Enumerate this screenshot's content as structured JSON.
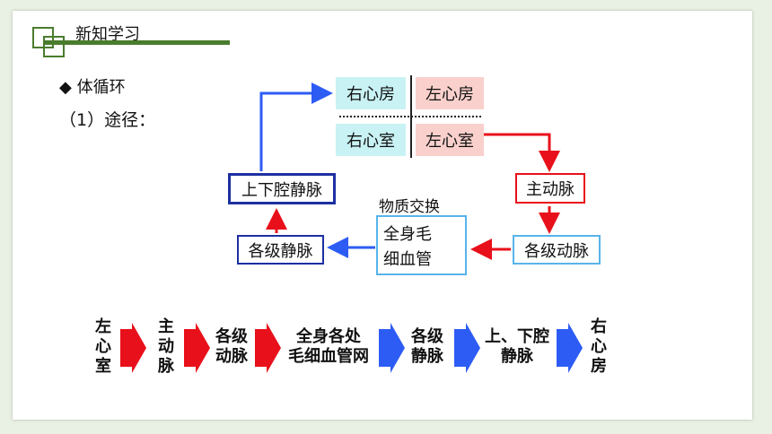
{
  "header": {
    "title": "新知学习"
  },
  "section": {
    "heading": "◆ 体循环",
    "path_label": "（1）途径："
  },
  "heart": {
    "right_atrium": "右心房",
    "left_atrium": "左心房",
    "right_ventricle": "右心室",
    "left_ventricle": "左心室"
  },
  "nodes": {
    "aorta": "主动脉",
    "arteries": "各级动脉",
    "capillary_line1": "全身毛",
    "capillary_line2": "细血管",
    "exchange": "物质交换",
    "veins": "各级静脉",
    "vena_cava": "上下腔静脉"
  },
  "colors": {
    "red": "#e8101a",
    "blue": "#2d5cf5",
    "green": "#4a7c2e",
    "cyan": "#c9f2f4",
    "pink": "#f9d0cc"
  },
  "flow": [
    {
      "lines": [
        "左",
        "心",
        "室"
      ],
      "arrow": "red"
    },
    {
      "lines": [
        "主",
        "动",
        "脉"
      ],
      "arrow": "red"
    },
    {
      "lines": [
        "各级",
        "动脉"
      ],
      "arrow": "red"
    },
    {
      "lines": [
        "全身各处",
        "毛细血管网"
      ],
      "arrow": "blue"
    },
    {
      "lines": [
        "各级",
        "静脉"
      ],
      "arrow": "blue"
    },
    {
      "lines": [
        "上、下腔",
        "静脉"
      ],
      "arrow": "blue"
    },
    {
      "lines": [
        "右",
        "心",
        "房"
      ]
    }
  ]
}
